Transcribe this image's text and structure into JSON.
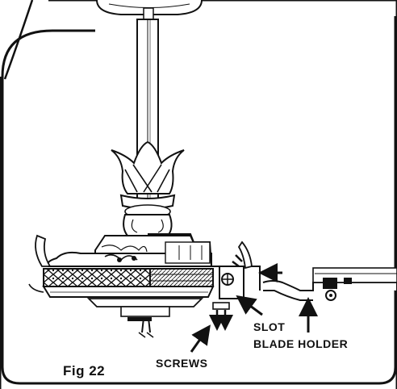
{
  "figure": {
    "label": "Fig 22"
  },
  "callouts": {
    "slot": "SLOT",
    "blade_holder": "BLADE HOLDER",
    "screws": "SCREWS"
  },
  "colors": {
    "ink": "#111111",
    "paper": "#ffffff"
  }
}
